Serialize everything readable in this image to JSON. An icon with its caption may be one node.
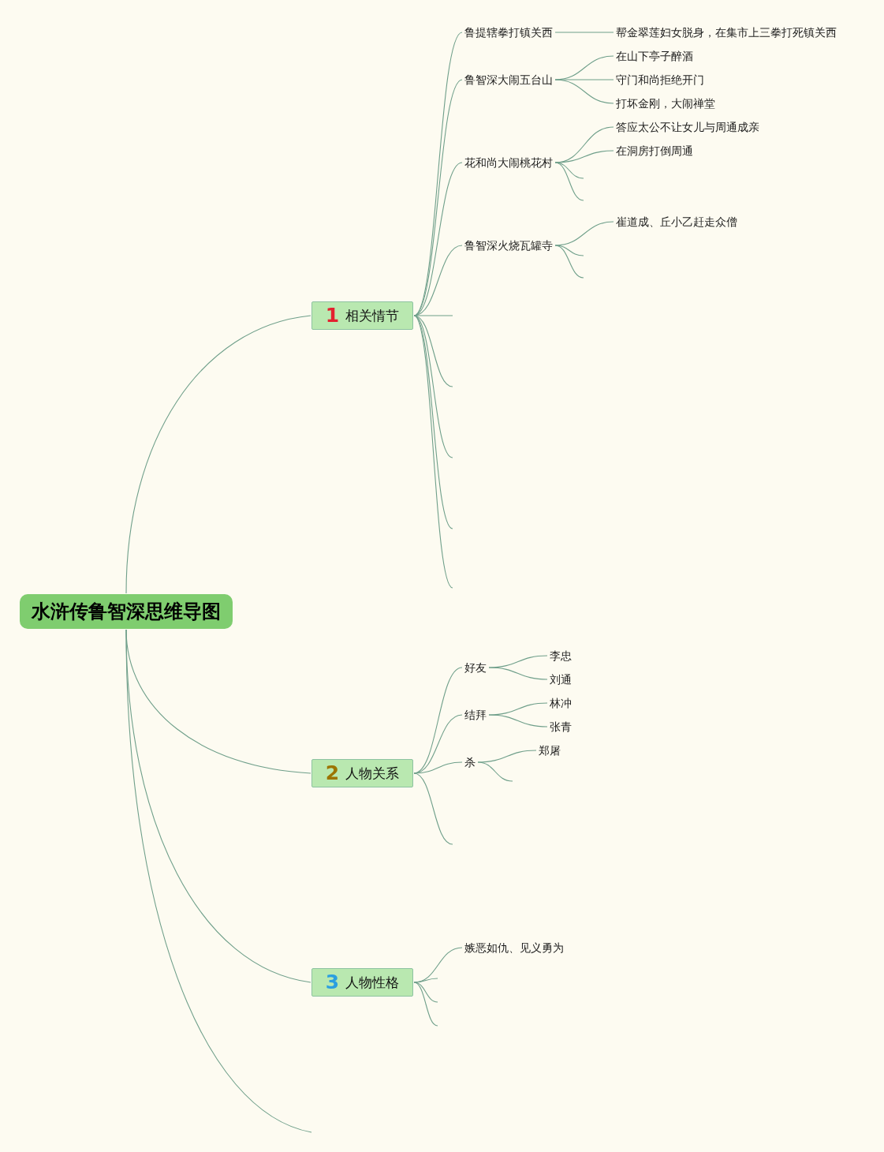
{
  "diagram": {
    "nodes": [
      {
        "text": [
          "水浒传鲁智深思维导图"
        ]
      },
      {
        "text": [
          "1",
          "相关情节"
        ]
      },
      {
        "text": [
          "鲁提辖拳打镇关西"
        ]
      },
      {
        "text": [
          "帮金翠莲妇女脱身，在集市上三拳打死镇关西"
        ]
      },
      {
        "text": [
          "鲁智深大闹五台山"
        ]
      },
      {
        "text": [
          "在山下亭子醉酒"
        ]
      },
      {
        "text": [
          "守门和尚拒绝开门"
        ]
      },
      {
        "text": [
          "打坏金刚，大闹禅堂"
        ]
      },
      {
        "text": [
          "花和尚大闹桃花村"
        ]
      },
      {
        "text": [
          "答应太公不让女儿与周通成亲"
        ]
      },
      {
        "text": [
          "在洞房打倒周通"
        ]
      },
      {
        "text": [
          "鲁智深火烧瓦罐寺"
        ]
      },
      {
        "text": [
          "崔道成、丘小乙赶走众僧"
        ]
      },
      {
        "text": [
          "2",
          "人物关系"
        ]
      },
      {
        "text": [
          "好友"
        ]
      },
      {
        "text": [
          "李忠"
        ]
      },
      {
        "text": [
          "刘通"
        ]
      },
      {
        "text": [
          "结拜"
        ]
      },
      {
        "text": [
          "林冲"
        ]
      },
      {
        "text": [
          "张青"
        ]
      },
      {
        "text": [
          "杀"
        ]
      },
      {
        "text": [
          "郑屠"
        ]
      },
      {
        "text": [
          "3",
          "人物性格"
        ]
      },
      {
        "text": [
          "嫉恶如仇、见义勇为"
        ]
      }
    ],
    "edges": [
      {
        "from": 0,
        "to": 1,
        "arrow": "none"
      },
      {
        "from": 1,
        "to": 2,
        "arrow": "none"
      },
      {
        "from": 2,
        "to": 3,
        "arrow": "none"
      },
      {
        "from": 1,
        "to": 4,
        "arrow": "none"
      },
      {
        "from": 4,
        "to": 5,
        "arrow": "none"
      },
      {
        "from": 4,
        "to": 6,
        "arrow": "none"
      },
      {
        "from": 4,
        "to": 7,
        "arrow": "none"
      },
      {
        "from": 1,
        "to": 8,
        "arrow": "none"
      },
      {
        "from": 8,
        "to": 9,
        "arrow": "none"
      },
      {
        "from": 8,
        "to": 10,
        "arrow": "none"
      },
      {
        "from": 8,
        "to": null,
        "arrow": "none"
      },
      {
        "from": 8,
        "to": null,
        "arrow": "none"
      },
      {
        "from": 1,
        "to": 11,
        "arrow": "none"
      },
      {
        "from": 11,
        "to": 12,
        "arrow": "none"
      },
      {
        "from": 11,
        "to": null,
        "arrow": "none"
      },
      {
        "from": 11,
        "to": null,
        "arrow": "none"
      },
      {
        "from": 1,
        "to": null,
        "arrow": "none"
      },
      {
        "from": 1,
        "to": null,
        "arrow": "none"
      },
      {
        "from": 1,
        "to": null,
        "arrow": "none"
      },
      {
        "from": 1,
        "to": null,
        "arrow": "none"
      },
      {
        "from": 1,
        "to": null,
        "arrow": "none"
      },
      {
        "from": 0,
        "to": 13,
        "arrow": "none"
      },
      {
        "from": 13,
        "to": 14,
        "arrow": "none"
      },
      {
        "from": 14,
        "to": 15,
        "arrow": "none"
      },
      {
        "from": 14,
        "to": 16,
        "arrow": "none"
      },
      {
        "from": 13,
        "to": 17,
        "arrow": "none"
      },
      {
        "from": 17,
        "to": 18,
        "arrow": "none"
      },
      {
        "from": 17,
        "to": 19,
        "arrow": "none"
      },
      {
        "from": 13,
        "to": 20,
        "arrow": "none"
      },
      {
        "from": 20,
        "to": 21,
        "arrow": "none"
      },
      {
        "from": 20,
        "to": null,
        "arrow": "none"
      },
      {
        "from": 13,
        "to": null,
        "arrow": "none"
      },
      {
        "from": 0,
        "to": 22,
        "arrow": "none"
      },
      {
        "from": 22,
        "to": 23,
        "arrow": "none"
      },
      {
        "from": 22,
        "to": null,
        "arrow": "none"
      },
      {
        "from": 22,
        "to": null,
        "arrow": "none"
      },
      {
        "from": 22,
        "to": null,
        "arrow": "none"
      },
      {
        "from": 0,
        "to": null,
        "arrow": "none"
      }
    ]
  }
}
